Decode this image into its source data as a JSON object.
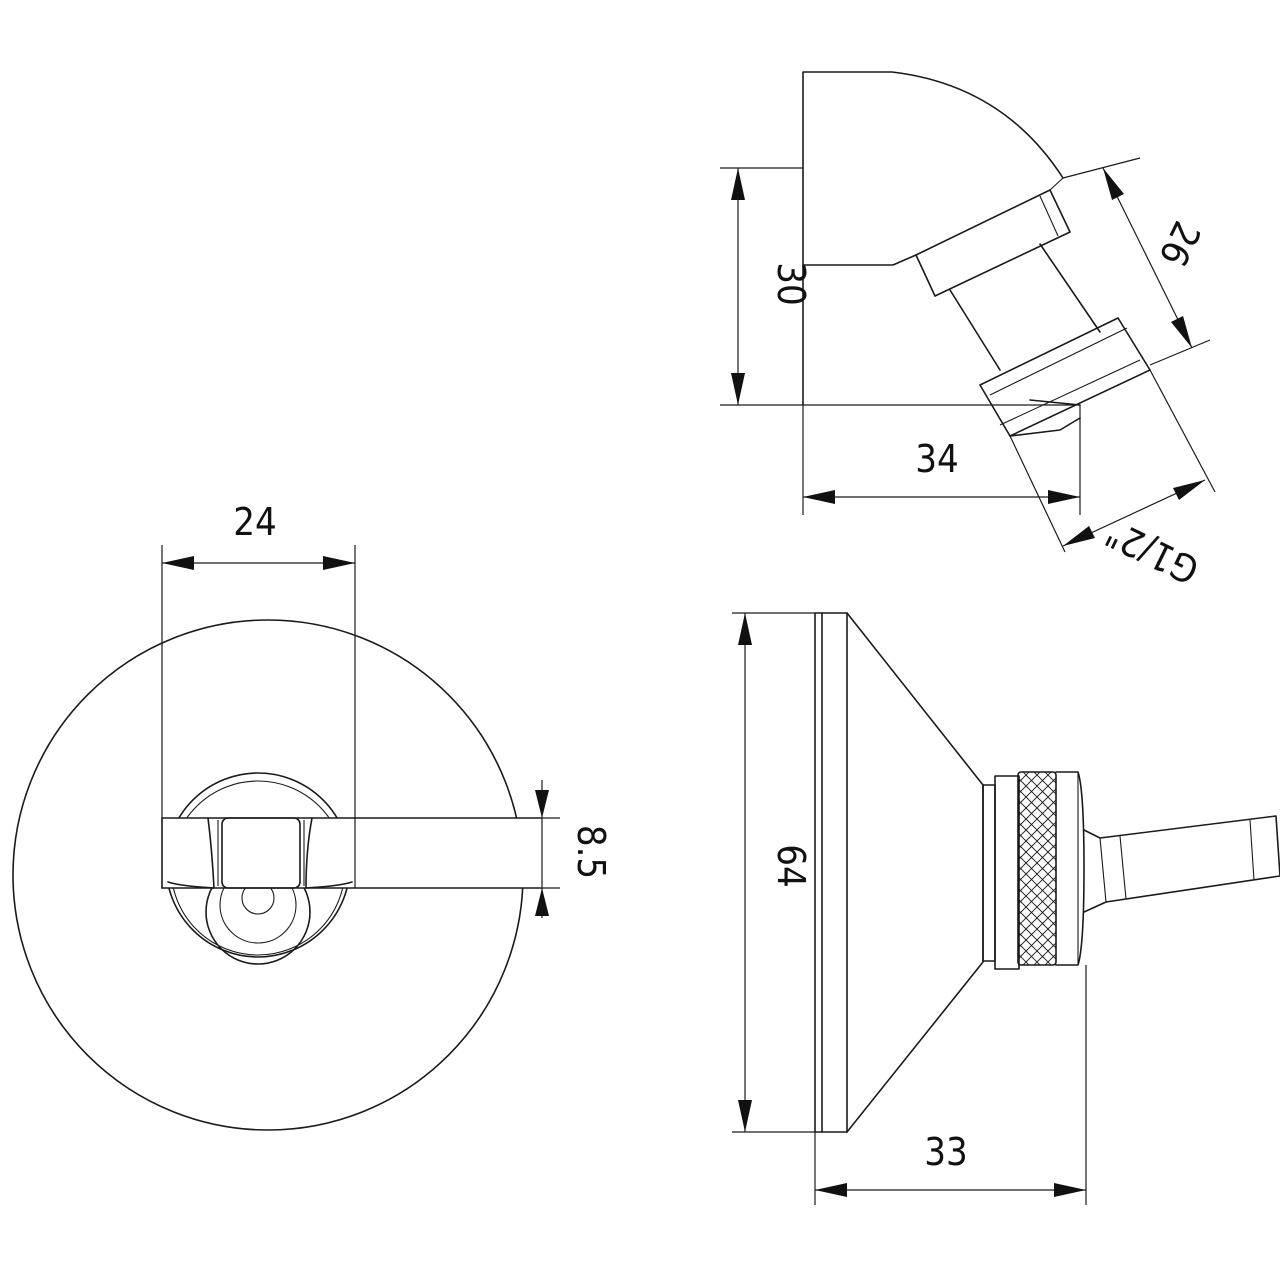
{
  "views": {
    "front": {
      "width_dim": "24",
      "slot_dim": "8.5"
    },
    "top": {
      "height_dim": "30",
      "depth_dim": "34",
      "nut_dim": "26",
      "thread": "G1/2\""
    },
    "side": {
      "diameter_dim": "64",
      "length_dim": "33"
    }
  },
  "colors": {
    "line": "#1a1a1a",
    "background": "#ffffff"
  }
}
